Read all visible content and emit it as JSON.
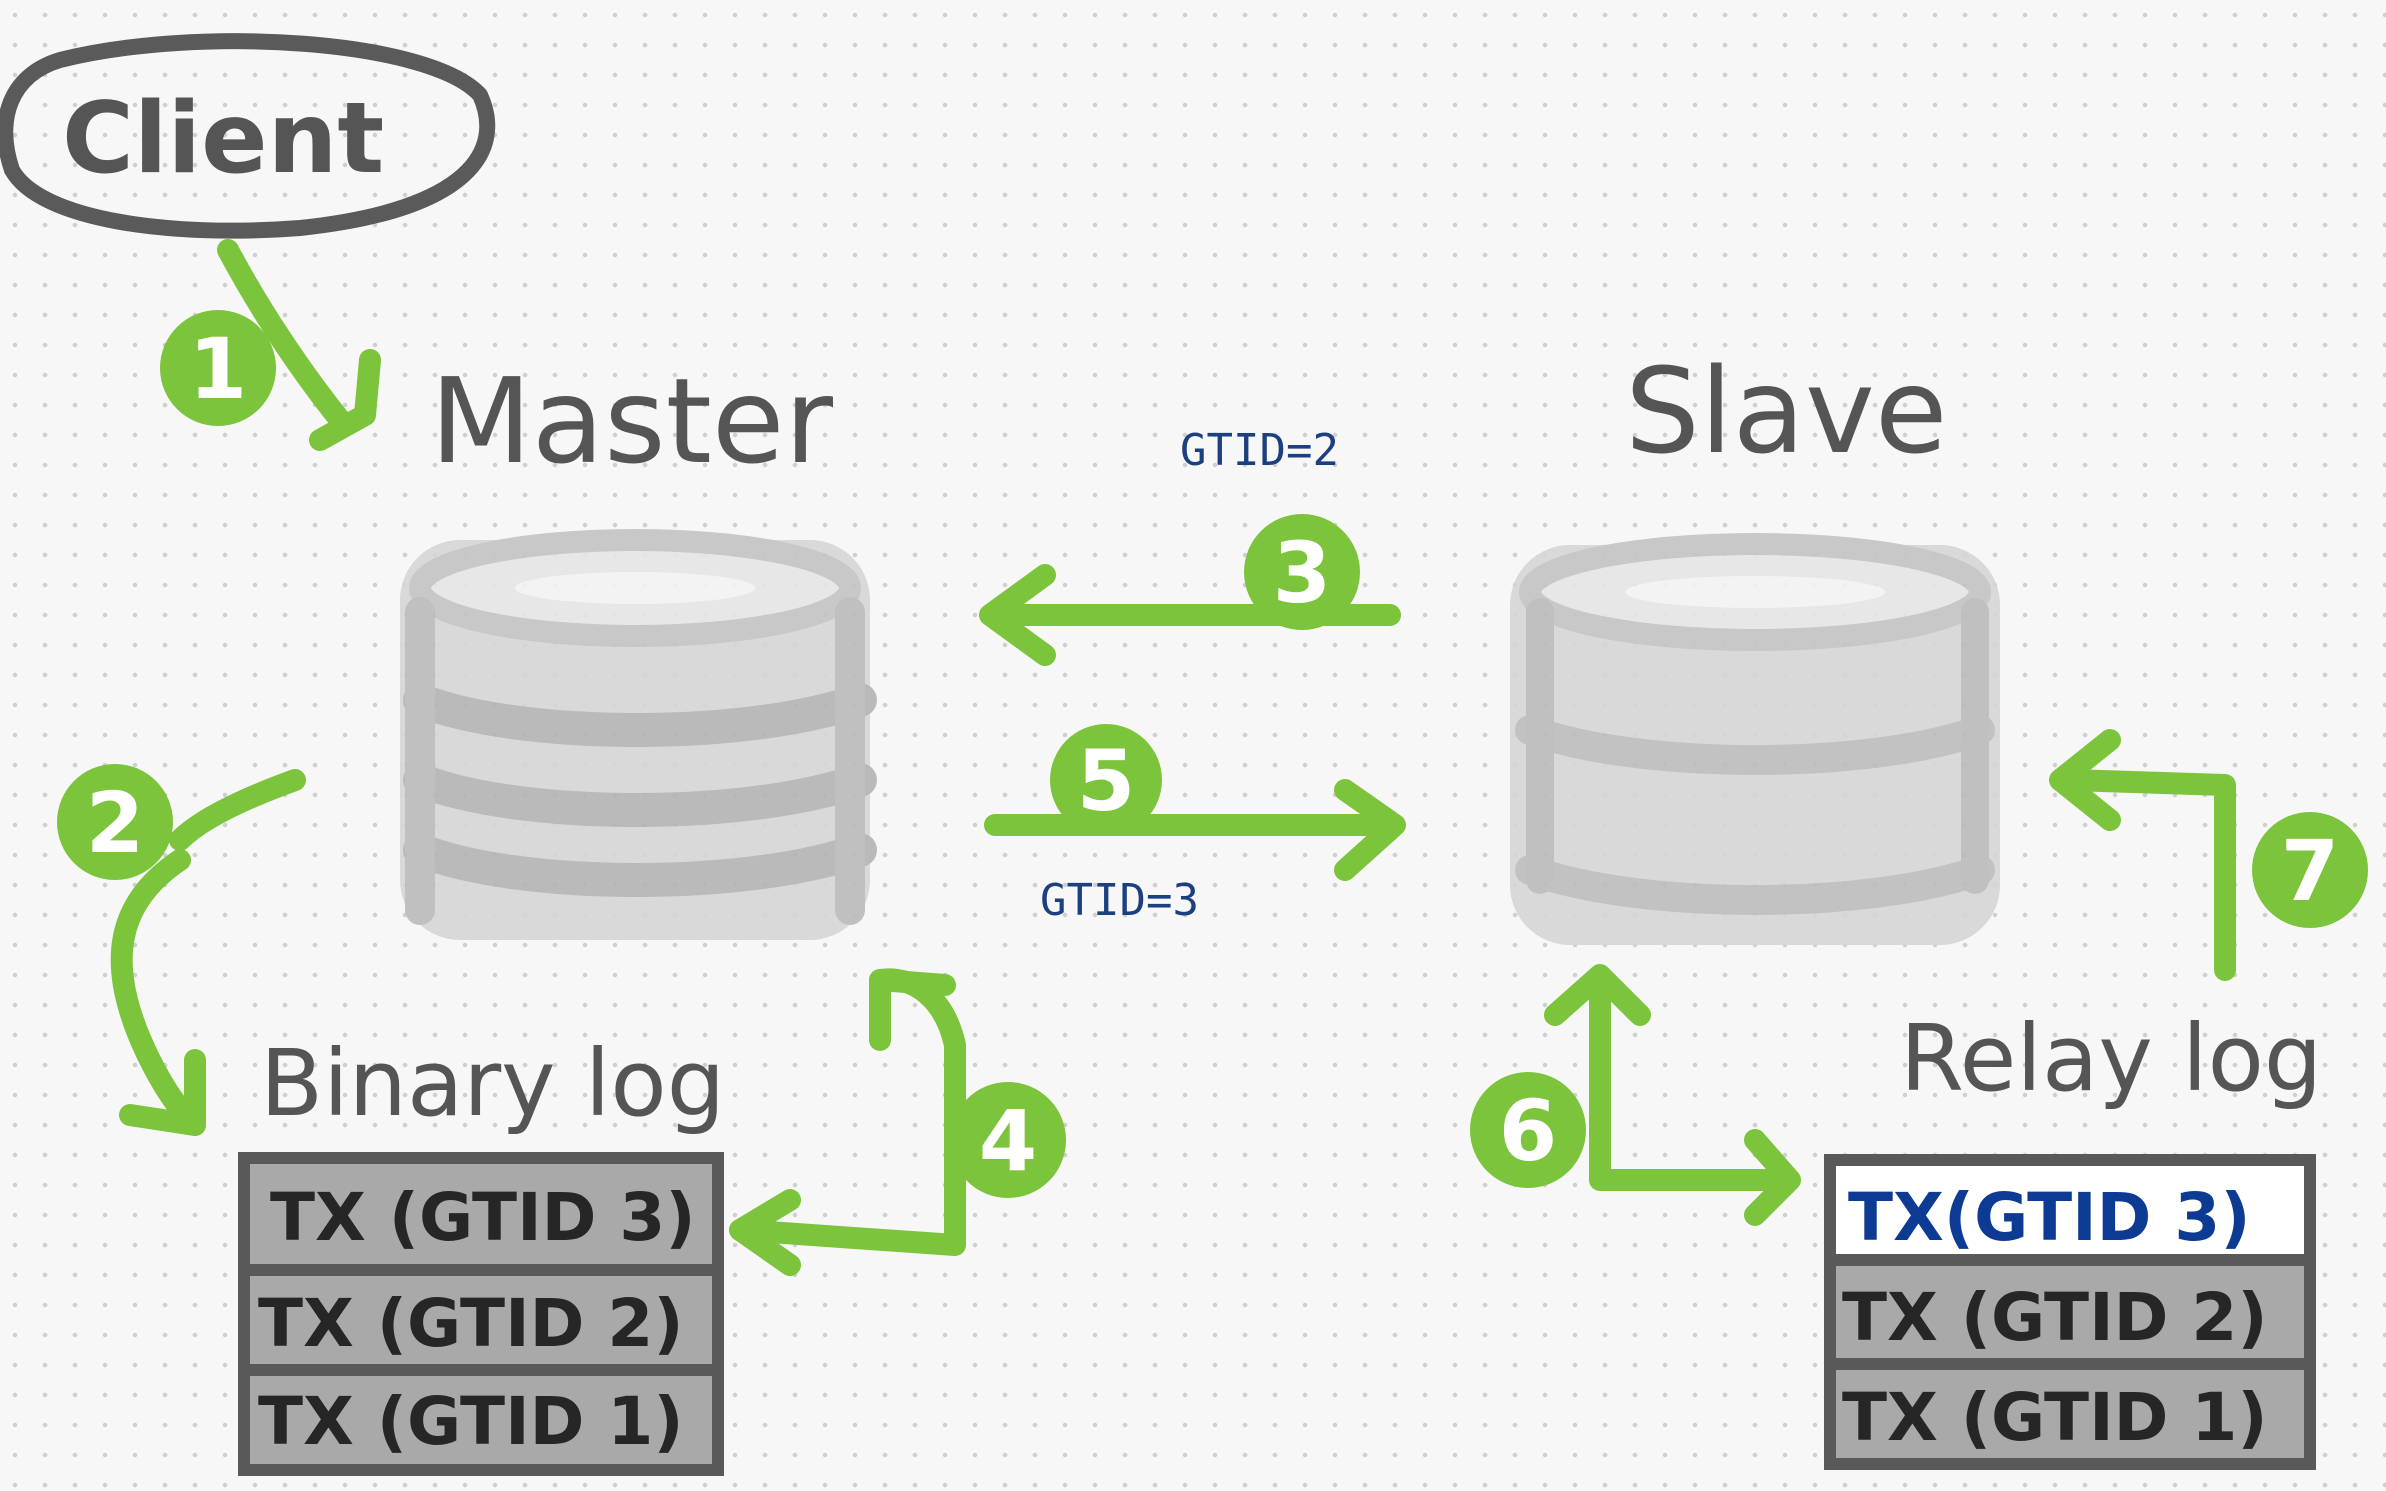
{
  "client": {
    "label": "Client"
  },
  "master": {
    "label": "Master",
    "binary_log": {
      "label": "Binary log",
      "rows": [
        "TX (GTID 3)",
        "TX (GTID 2)",
        "TX (GTID 1)"
      ]
    }
  },
  "slave": {
    "label": "Slave",
    "relay_log": {
      "label": "Relay log",
      "rows": [
        "TX(GTID 3)",
        "TX (GTID 2)",
        "TX (GTID 1)"
      ]
    }
  },
  "annotations": {
    "gtid_request": "GTID=2",
    "gtid_response": "GTID=3"
  },
  "steps": [
    "1",
    "2",
    "3",
    "4",
    "5",
    "6",
    "7"
  ],
  "colors": {
    "step_green": "#7cc43b",
    "ink": "#555555",
    "database_gray": "#b8b8b8",
    "log_row_gray": "#a9a9a9",
    "highlight_blue": "#0d3b93",
    "gtid_blue": "#1b3f7f"
  }
}
